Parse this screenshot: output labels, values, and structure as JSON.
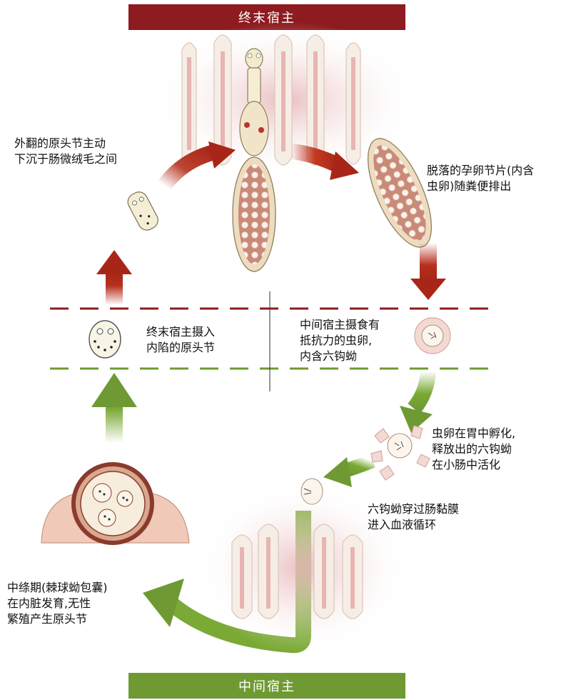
{
  "banners": {
    "definitive_host": "终末宿主",
    "intermediate_host": "中间宿主"
  },
  "labels": {
    "protoscolex_evaginates": "外翻的原头节主动\n下沉于肠微绒毛之间",
    "gravid_proglottid": "脱落的孕卵节片(内含\n虫卵)随粪便排出",
    "definitive_ingests": "终末宿主摄入\n内陷的原头节",
    "intermediate_ingests": "中间宿主摄食有\n抵抗力的虫卵,\n内含六钩蚴",
    "egg_hatches": "虫卵在胃中孵化,\n释放出的六钩蚴\n在小肠中活化",
    "oncosphere_penetrates": "六钩蚴穿过肠黏膜\n进入血液循环",
    "metacestode": "中绦期(棘球蚴包囊)\n在内脏发育,无性\n繁殖产生原头节"
  },
  "colors": {
    "definitive_red": "#8e1b1f",
    "arrow_red": "#b6301d",
    "intermediate_green": "#6f9a33",
    "arrow_green": "#7aa935",
    "tissue_pink": "#f2d3d3",
    "proglottid_tan": "#c98a78"
  }
}
